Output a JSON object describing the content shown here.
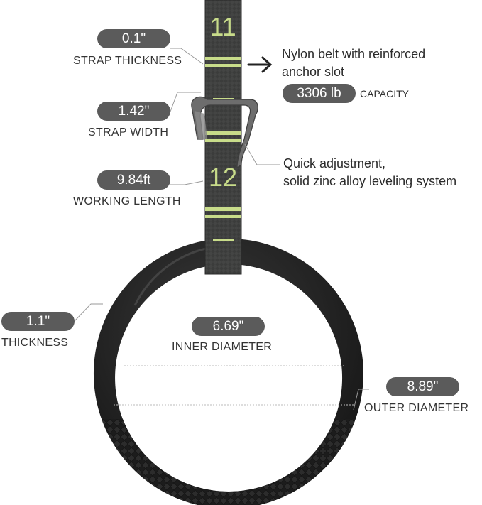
{
  "specs": {
    "strap_thickness": {
      "value": "0.1\"",
      "label": "STRAP THICKNESS"
    },
    "strap_width": {
      "value": "1.42\"",
      "label": "STRAP WIDTH"
    },
    "working_length": {
      "value": "9.84ft",
      "label": "WORKING LENGTH"
    },
    "ring_thickness": {
      "value": "1.1\"",
      "label": "THICKNESS"
    },
    "inner_diameter": {
      "value": "6.69\"",
      "label": "INNER DIAMETER"
    },
    "outer_diameter": {
      "value": "8.89\"",
      "label": "OUTER DIAMETER"
    }
  },
  "features": {
    "belt": {
      "line1": "Nylon belt with reinforced",
      "line2": "anchor slot"
    },
    "capacity": {
      "value": "3306 lb",
      "label": "CAPACITY"
    },
    "adjustment": {
      "line1": "Quick adjustment,",
      "line2": "solid zinc alloy leveling system"
    }
  },
  "strap_markings": [
    "11",
    "12"
  ],
  "colors": {
    "strap": "#3a3b3a",
    "marking": "#c8dc8a",
    "ring": "#1e1e1e",
    "pill": "#5b5b5b"
  }
}
